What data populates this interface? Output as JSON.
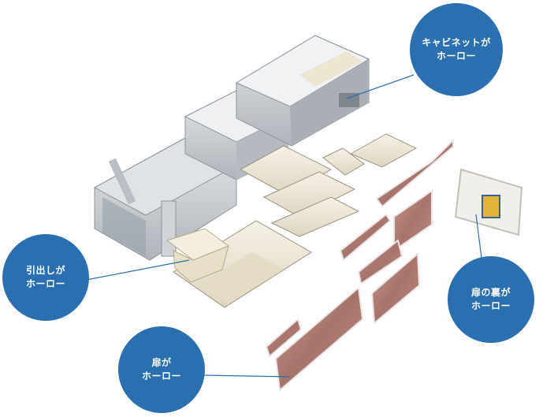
{
  "callouts": {
    "cabinet": {
      "line1": "キャビネットが",
      "line2": "ホーロー"
    },
    "drawer": {
      "line1": "引出しが",
      "line2": "ホーロー"
    },
    "door": {
      "line1": "扉が",
      "line2": "ホーロー"
    },
    "door_back": {
      "line1": "扉の裏が",
      "line2": "ホーロー"
    }
  },
  "colors": {
    "callout_bg": "#2a6fb0",
    "leader_line": "#2a6fb0",
    "cabinet_frame": "#c9ced3",
    "enamel_tray": "#ede7d6",
    "door_panel": "#b07c72"
  }
}
